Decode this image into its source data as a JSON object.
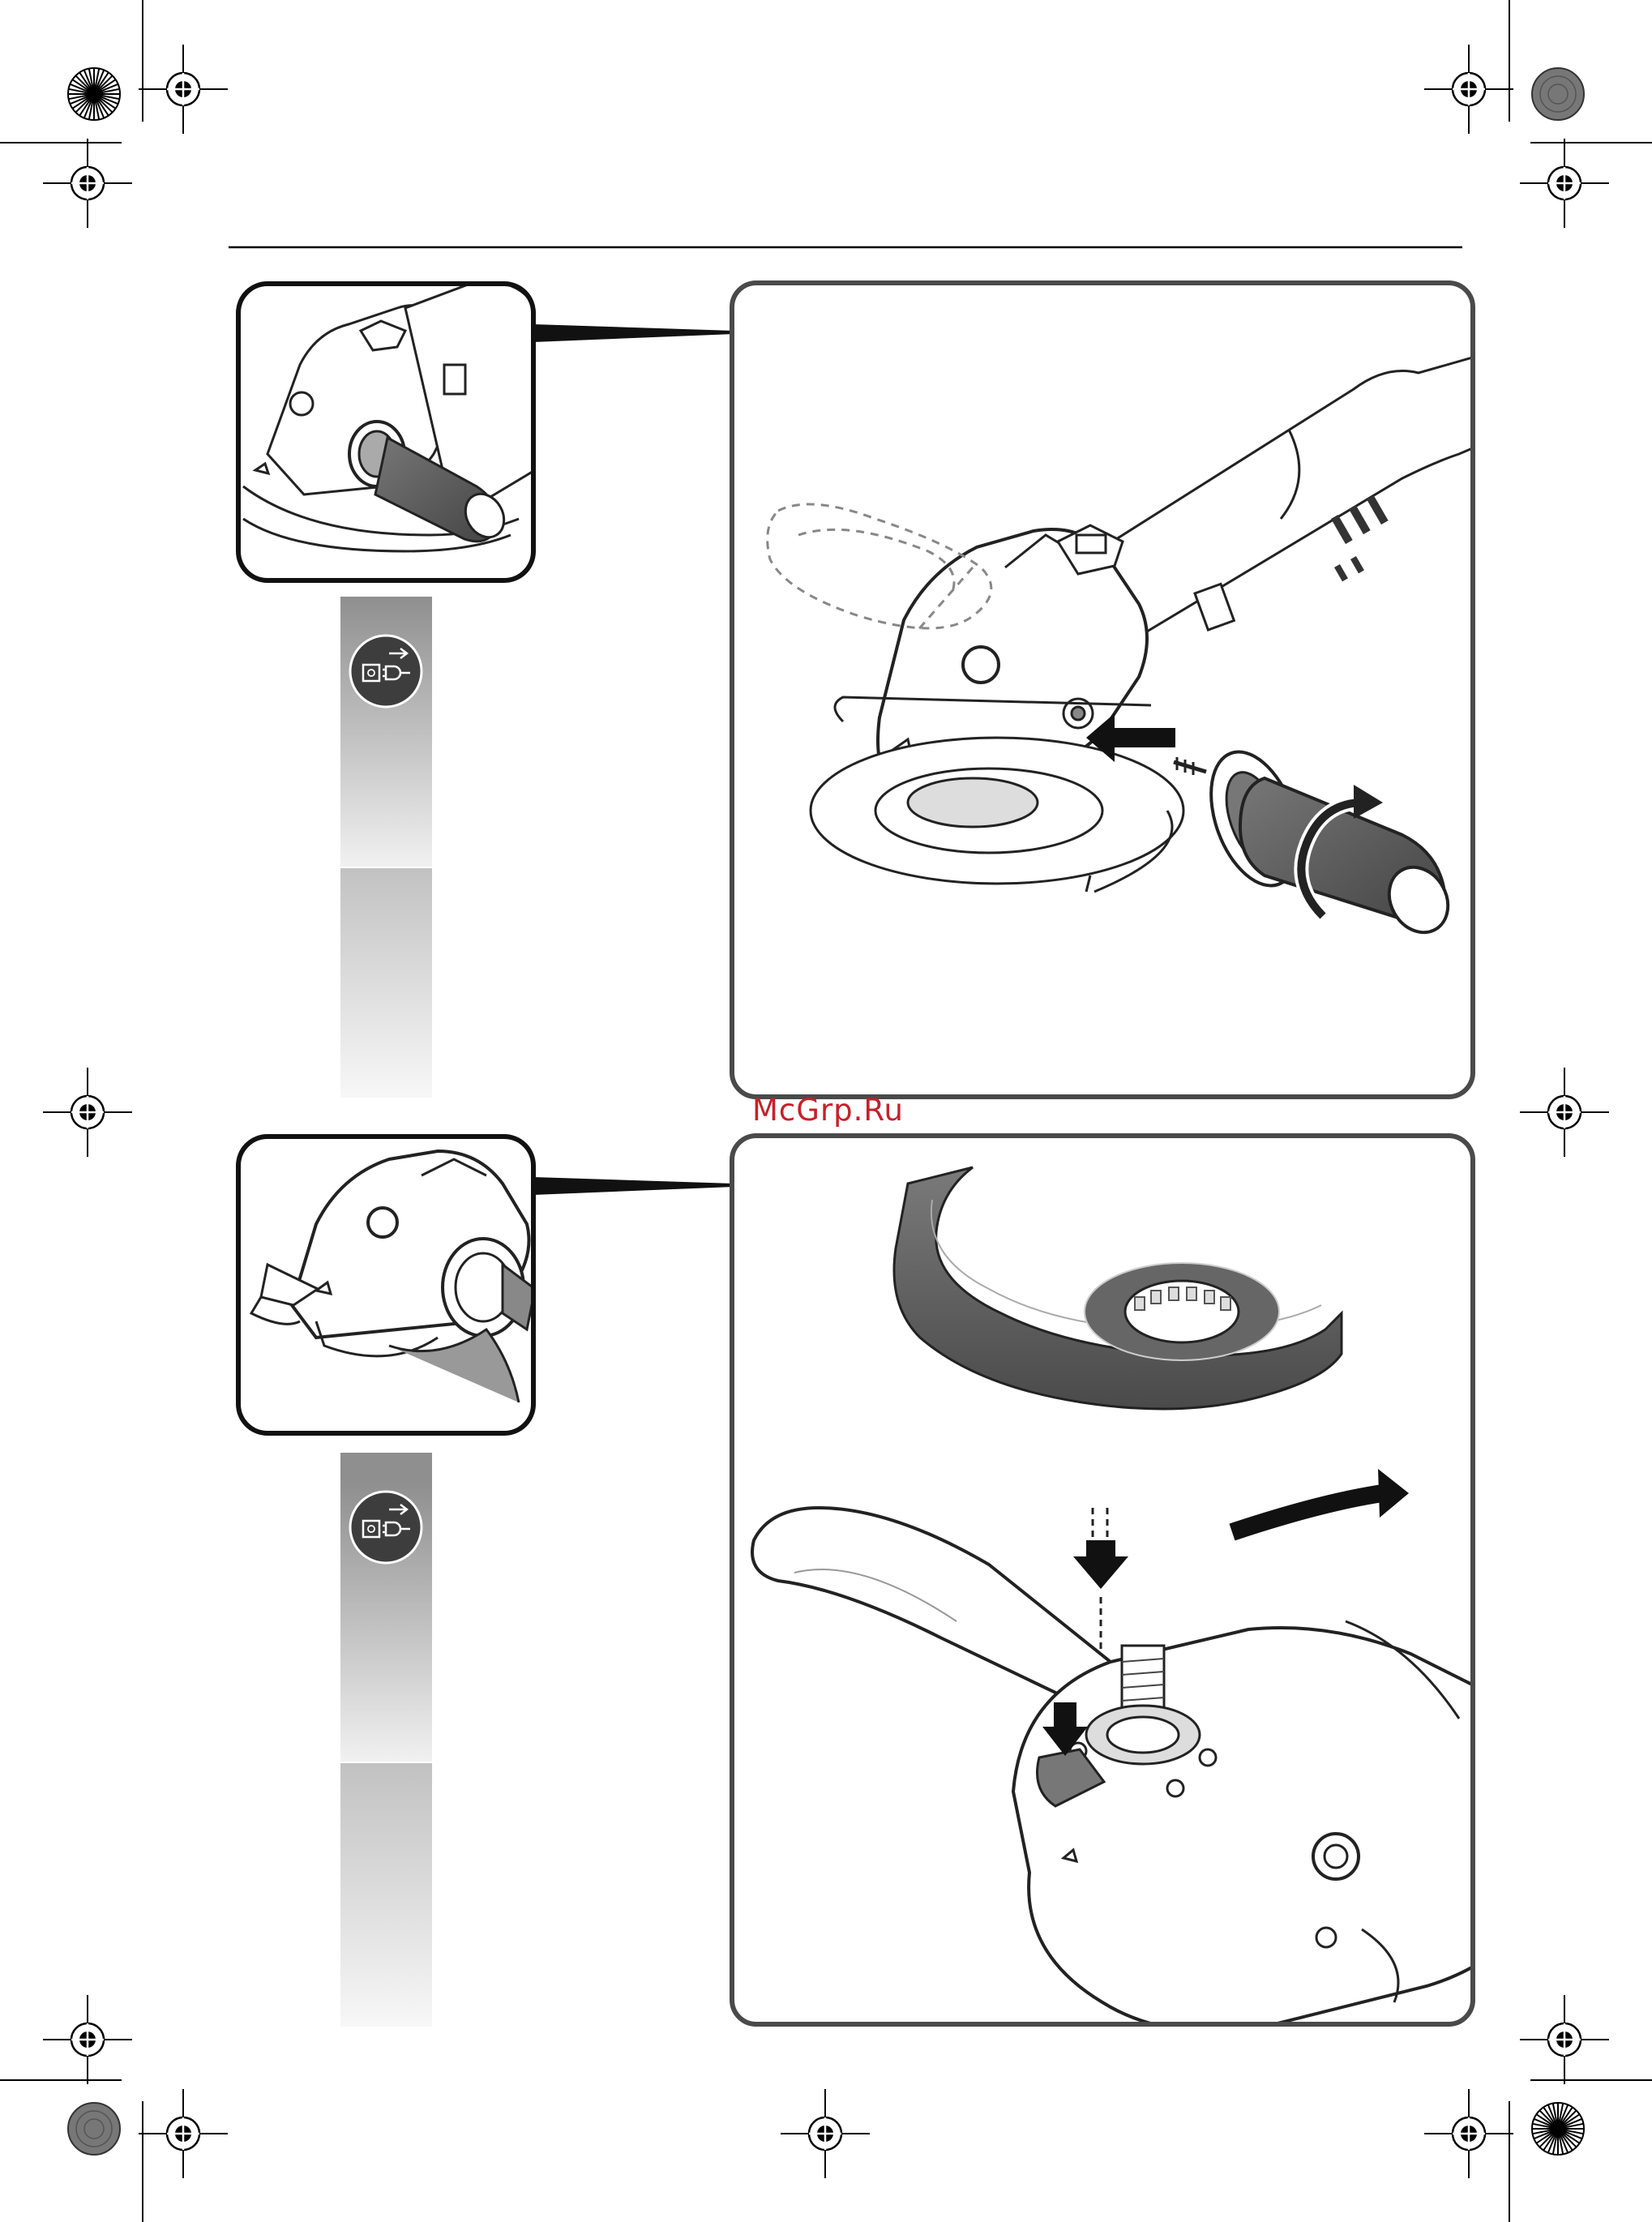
{
  "watermark": {
    "text": "McGrp.Ru"
  },
  "colors": {
    "frame": "#4a4a4a",
    "thumbnail_border": "#111111",
    "sidebar_gradient_top": "#8f8f8f",
    "sidebar_gradient_bottom": "#f1f1f1",
    "icon_fill": "#3d3d3d",
    "watermark": "#c8202a",
    "guard_fill": "#5f5f5f"
  },
  "icons": {
    "unplug": "unplug-before-servicing-icon",
    "registration": "registration-mark-icon",
    "color_target": "color-calibration-target-icon"
  },
  "steps": [
    {
      "id": "step-1",
      "action": "attach-auxiliary-handle"
    },
    {
      "id": "step-2",
      "action": "mount-protective-guard"
    }
  ]
}
